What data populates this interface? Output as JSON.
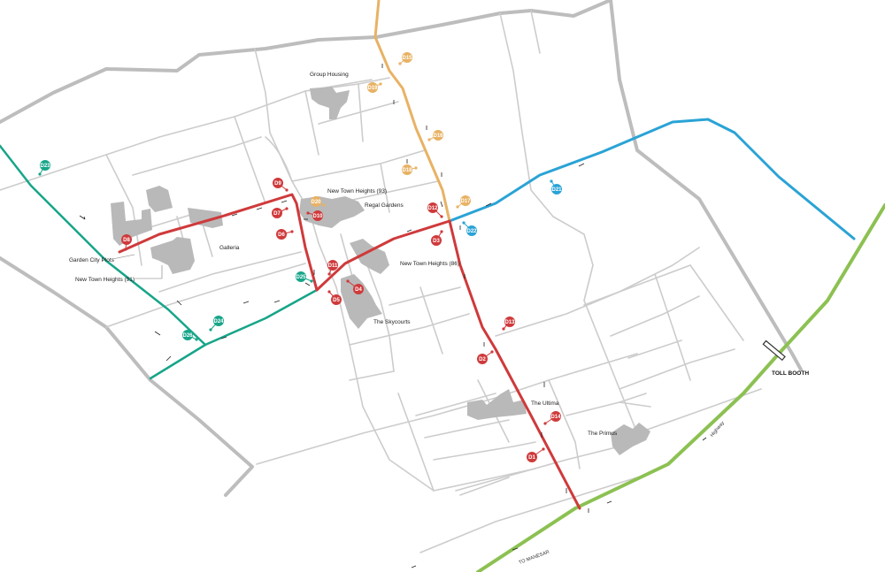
{
  "colors": {
    "red": "#cf3a3b",
    "orange": "#e8b264",
    "blue": "#2aa3d6",
    "teal": "#17a589",
    "green": "#8cc152",
    "road_major": "#bdbdbd",
    "road_minor": "#cccccc",
    "building": "#b9b9b9"
  },
  "places": {
    "group_housing": "Group Housing",
    "new_town_heights_93": "New Town Heights (93)",
    "regal_gardens": "Regal Gardens",
    "galleria": "Galleria",
    "garden_city_plots": "Garden City Plots",
    "new_town_heights_91": "New Town Heights (91)",
    "new_town_heights_86": "New Town Heights (86)",
    "the_skycourts": "The Skycourts",
    "the_ultima": "The Ultima",
    "the_primus": "The Primus",
    "toll_booth": "TOLL BOOTH"
  },
  "roads": {
    "highway": "Highway",
    "to_manesar": "TO MANESAR"
  },
  "markers": [
    {
      "id": "D1",
      "color": "red"
    },
    {
      "id": "D2",
      "color": "red"
    },
    {
      "id": "D3",
      "color": "red"
    },
    {
      "id": "D4",
      "color": "red"
    },
    {
      "id": "D5",
      "color": "red"
    },
    {
      "id": "D6",
      "color": "red"
    },
    {
      "id": "D7",
      "color": "red"
    },
    {
      "id": "D8",
      "color": "red"
    },
    {
      "id": "D9",
      "color": "red"
    },
    {
      "id": "D10",
      "color": "red"
    },
    {
      "id": "D11",
      "color": "red"
    },
    {
      "id": "D12",
      "color": "red"
    },
    {
      "id": "D13",
      "color": "red"
    },
    {
      "id": "D14",
      "color": "red"
    },
    {
      "id": "D15",
      "color": "orange"
    },
    {
      "id": "D16",
      "color": "orange"
    },
    {
      "id": "D17",
      "color": "orange"
    },
    {
      "id": "D18",
      "color": "orange"
    },
    {
      "id": "D19",
      "color": "orange"
    },
    {
      "id": "D20",
      "color": "orange"
    },
    {
      "id": "D21",
      "color": "blue"
    },
    {
      "id": "D22",
      "color": "blue"
    },
    {
      "id": "D23",
      "color": "teal"
    },
    {
      "id": "D24",
      "color": "teal"
    },
    {
      "id": "D25",
      "color": "teal"
    },
    {
      "id": "D26",
      "color": "teal"
    }
  ]
}
